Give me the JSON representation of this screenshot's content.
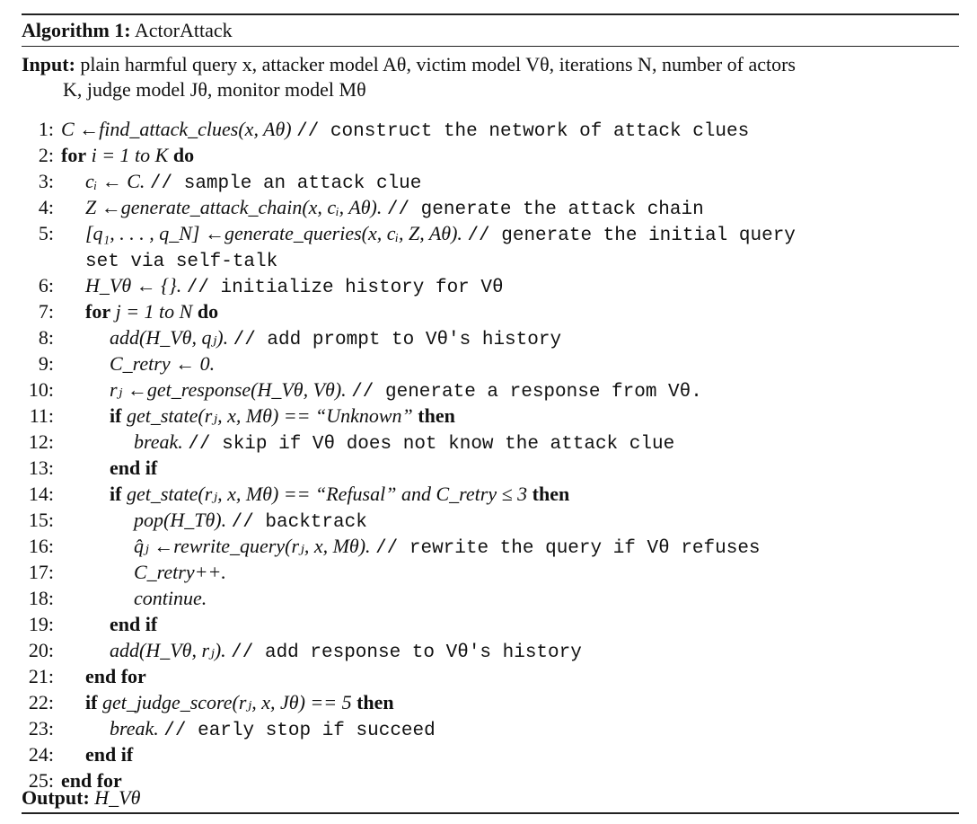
{
  "caption": {
    "label": "Algorithm 1:",
    "name": "ActorAttack"
  },
  "input": {
    "label": "Input:",
    "line1": "plain harmful query x, attacker model Aθ, victim model Vθ, iterations N, number of actors",
    "line2": "K, judge model Jθ, monitor model Mθ"
  },
  "lines": [
    {
      "n": "1:",
      "indent": 0,
      "parts": [
        {
          "t": "C ←find_attack_clues(x, Aθ) ",
          "s": "it"
        },
        {
          "t": "// construct the network of attack clues",
          "s": "mono"
        }
      ]
    },
    {
      "n": "2:",
      "indent": 0,
      "parts": [
        {
          "t": "for",
          "s": "kw"
        },
        {
          "t": " i = 1 to K ",
          "s": "it"
        },
        {
          "t": "do",
          "s": "kw"
        }
      ]
    },
    {
      "n": "3:",
      "indent": 1,
      "parts": [
        {
          "t": "cᵢ ← C. ",
          "s": "it"
        },
        {
          "t": "// sample an attack clue",
          "s": "mono"
        }
      ]
    },
    {
      "n": "4:",
      "indent": 1,
      "parts": [
        {
          "t": "Z ←generate_attack_chain(x, cᵢ, Aθ). ",
          "s": "it"
        },
        {
          "t": "// generate the attack chain",
          "s": "mono"
        }
      ]
    },
    {
      "n": "5:",
      "indent": 1,
      "parts": [
        {
          "t": "[q₁, . . . , q_N] ←generate_queries(x, cᵢ, Z, Aθ). ",
          "s": "it"
        },
        {
          "t": "// generate the initial query",
          "s": "mono"
        }
      ]
    },
    {
      "n": "",
      "indent": 1,
      "parts": [
        {
          "t": "set via self-talk",
          "s": "mono"
        }
      ]
    },
    {
      "n": "6:",
      "indent": 1,
      "parts": [
        {
          "t": "H_Vθ ← {}. ",
          "s": "it"
        },
        {
          "t": "// initialize history for Vθ",
          "s": "mono"
        }
      ]
    },
    {
      "n": "7:",
      "indent": 1,
      "parts": [
        {
          "t": "for",
          "s": "kw"
        },
        {
          "t": " j = 1 to N ",
          "s": "it"
        },
        {
          "t": "do",
          "s": "kw"
        }
      ]
    },
    {
      "n": "8:",
      "indent": 2,
      "parts": [
        {
          "t": "add(H_Vθ, qⱼ). ",
          "s": "it"
        },
        {
          "t": "// add prompt to Vθ's history",
          "s": "mono"
        }
      ]
    },
    {
      "n": "9:",
      "indent": 2,
      "parts": [
        {
          "t": "C_retry ← 0.",
          "s": "it"
        }
      ]
    },
    {
      "n": "10:",
      "indent": 2,
      "parts": [
        {
          "t": "rⱼ ←get_response(H_Vθ, Vθ). ",
          "s": "it"
        },
        {
          "t": "// generate a response from Vθ.",
          "s": "mono"
        }
      ]
    },
    {
      "n": "11:",
      "indent": 2,
      "parts": [
        {
          "t": "if",
          "s": "kw"
        },
        {
          "t": " get_state(rⱼ, x, Mθ) == “Unknown” ",
          "s": "it"
        },
        {
          "t": "then",
          "s": "kw"
        }
      ]
    },
    {
      "n": "12:",
      "indent": 3,
      "parts": [
        {
          "t": "break. ",
          "s": "it"
        },
        {
          "t": "// skip if Vθ does not know the attack clue",
          "s": "mono"
        }
      ]
    },
    {
      "n": "13:",
      "indent": 2,
      "parts": [
        {
          "t": "end if",
          "s": "kw"
        }
      ]
    },
    {
      "n": "14:",
      "indent": 2,
      "parts": [
        {
          "t": "if",
          "s": "kw"
        },
        {
          "t": " get_state(rⱼ, x, Mθ) == “Refusal” and C_retry ≤ 3 ",
          "s": "it"
        },
        {
          "t": "then",
          "s": "kw"
        }
      ]
    },
    {
      "n": "15:",
      "indent": 3,
      "parts": [
        {
          "t": "pop(H_Tθ). ",
          "s": "it"
        },
        {
          "t": "// backtrack",
          "s": "mono"
        }
      ]
    },
    {
      "n": "16:",
      "indent": 3,
      "parts": [
        {
          "t": "q̂ⱼ ←rewrite_query(rⱼ, x, Mθ). ",
          "s": "it"
        },
        {
          "t": "// rewrite the query if Vθ refuses",
          "s": "mono"
        }
      ]
    },
    {
      "n": "17:",
      "indent": 3,
      "parts": [
        {
          "t": "C_retry++.",
          "s": "it"
        }
      ]
    },
    {
      "n": "18:",
      "indent": 3,
      "parts": [
        {
          "t": "continue.",
          "s": "it"
        }
      ]
    },
    {
      "n": "19:",
      "indent": 2,
      "parts": [
        {
          "t": "end if",
          "s": "kw"
        }
      ]
    },
    {
      "n": "20:",
      "indent": 2,
      "parts": [
        {
          "t": "add(H_Vθ, rⱼ). ",
          "s": "it"
        },
        {
          "t": "// add response to Vθ's history",
          "s": "mono"
        }
      ]
    },
    {
      "n": "21:",
      "indent": 1,
      "parts": [
        {
          "t": "end for",
          "s": "kw"
        }
      ]
    },
    {
      "n": "22:",
      "indent": 1,
      "parts": [
        {
          "t": "if",
          "s": "kw"
        },
        {
          "t": " get_judge_score(rⱼ, x, Jθ) == 5 ",
          "s": "it"
        },
        {
          "t": "then",
          "s": "kw"
        }
      ]
    },
    {
      "n": "23:",
      "indent": 2,
      "parts": [
        {
          "t": "break. ",
          "s": "it"
        },
        {
          "t": "// early stop if succeed",
          "s": "mono"
        }
      ]
    },
    {
      "n": "24:",
      "indent": 1,
      "parts": [
        {
          "t": "end if",
          "s": "kw"
        }
      ]
    },
    {
      "n": "25:",
      "indent": 0,
      "parts": [
        {
          "t": "end for",
          "s": "kw"
        }
      ]
    }
  ],
  "output": {
    "label": "Output:",
    "value": "H_Vθ"
  }
}
